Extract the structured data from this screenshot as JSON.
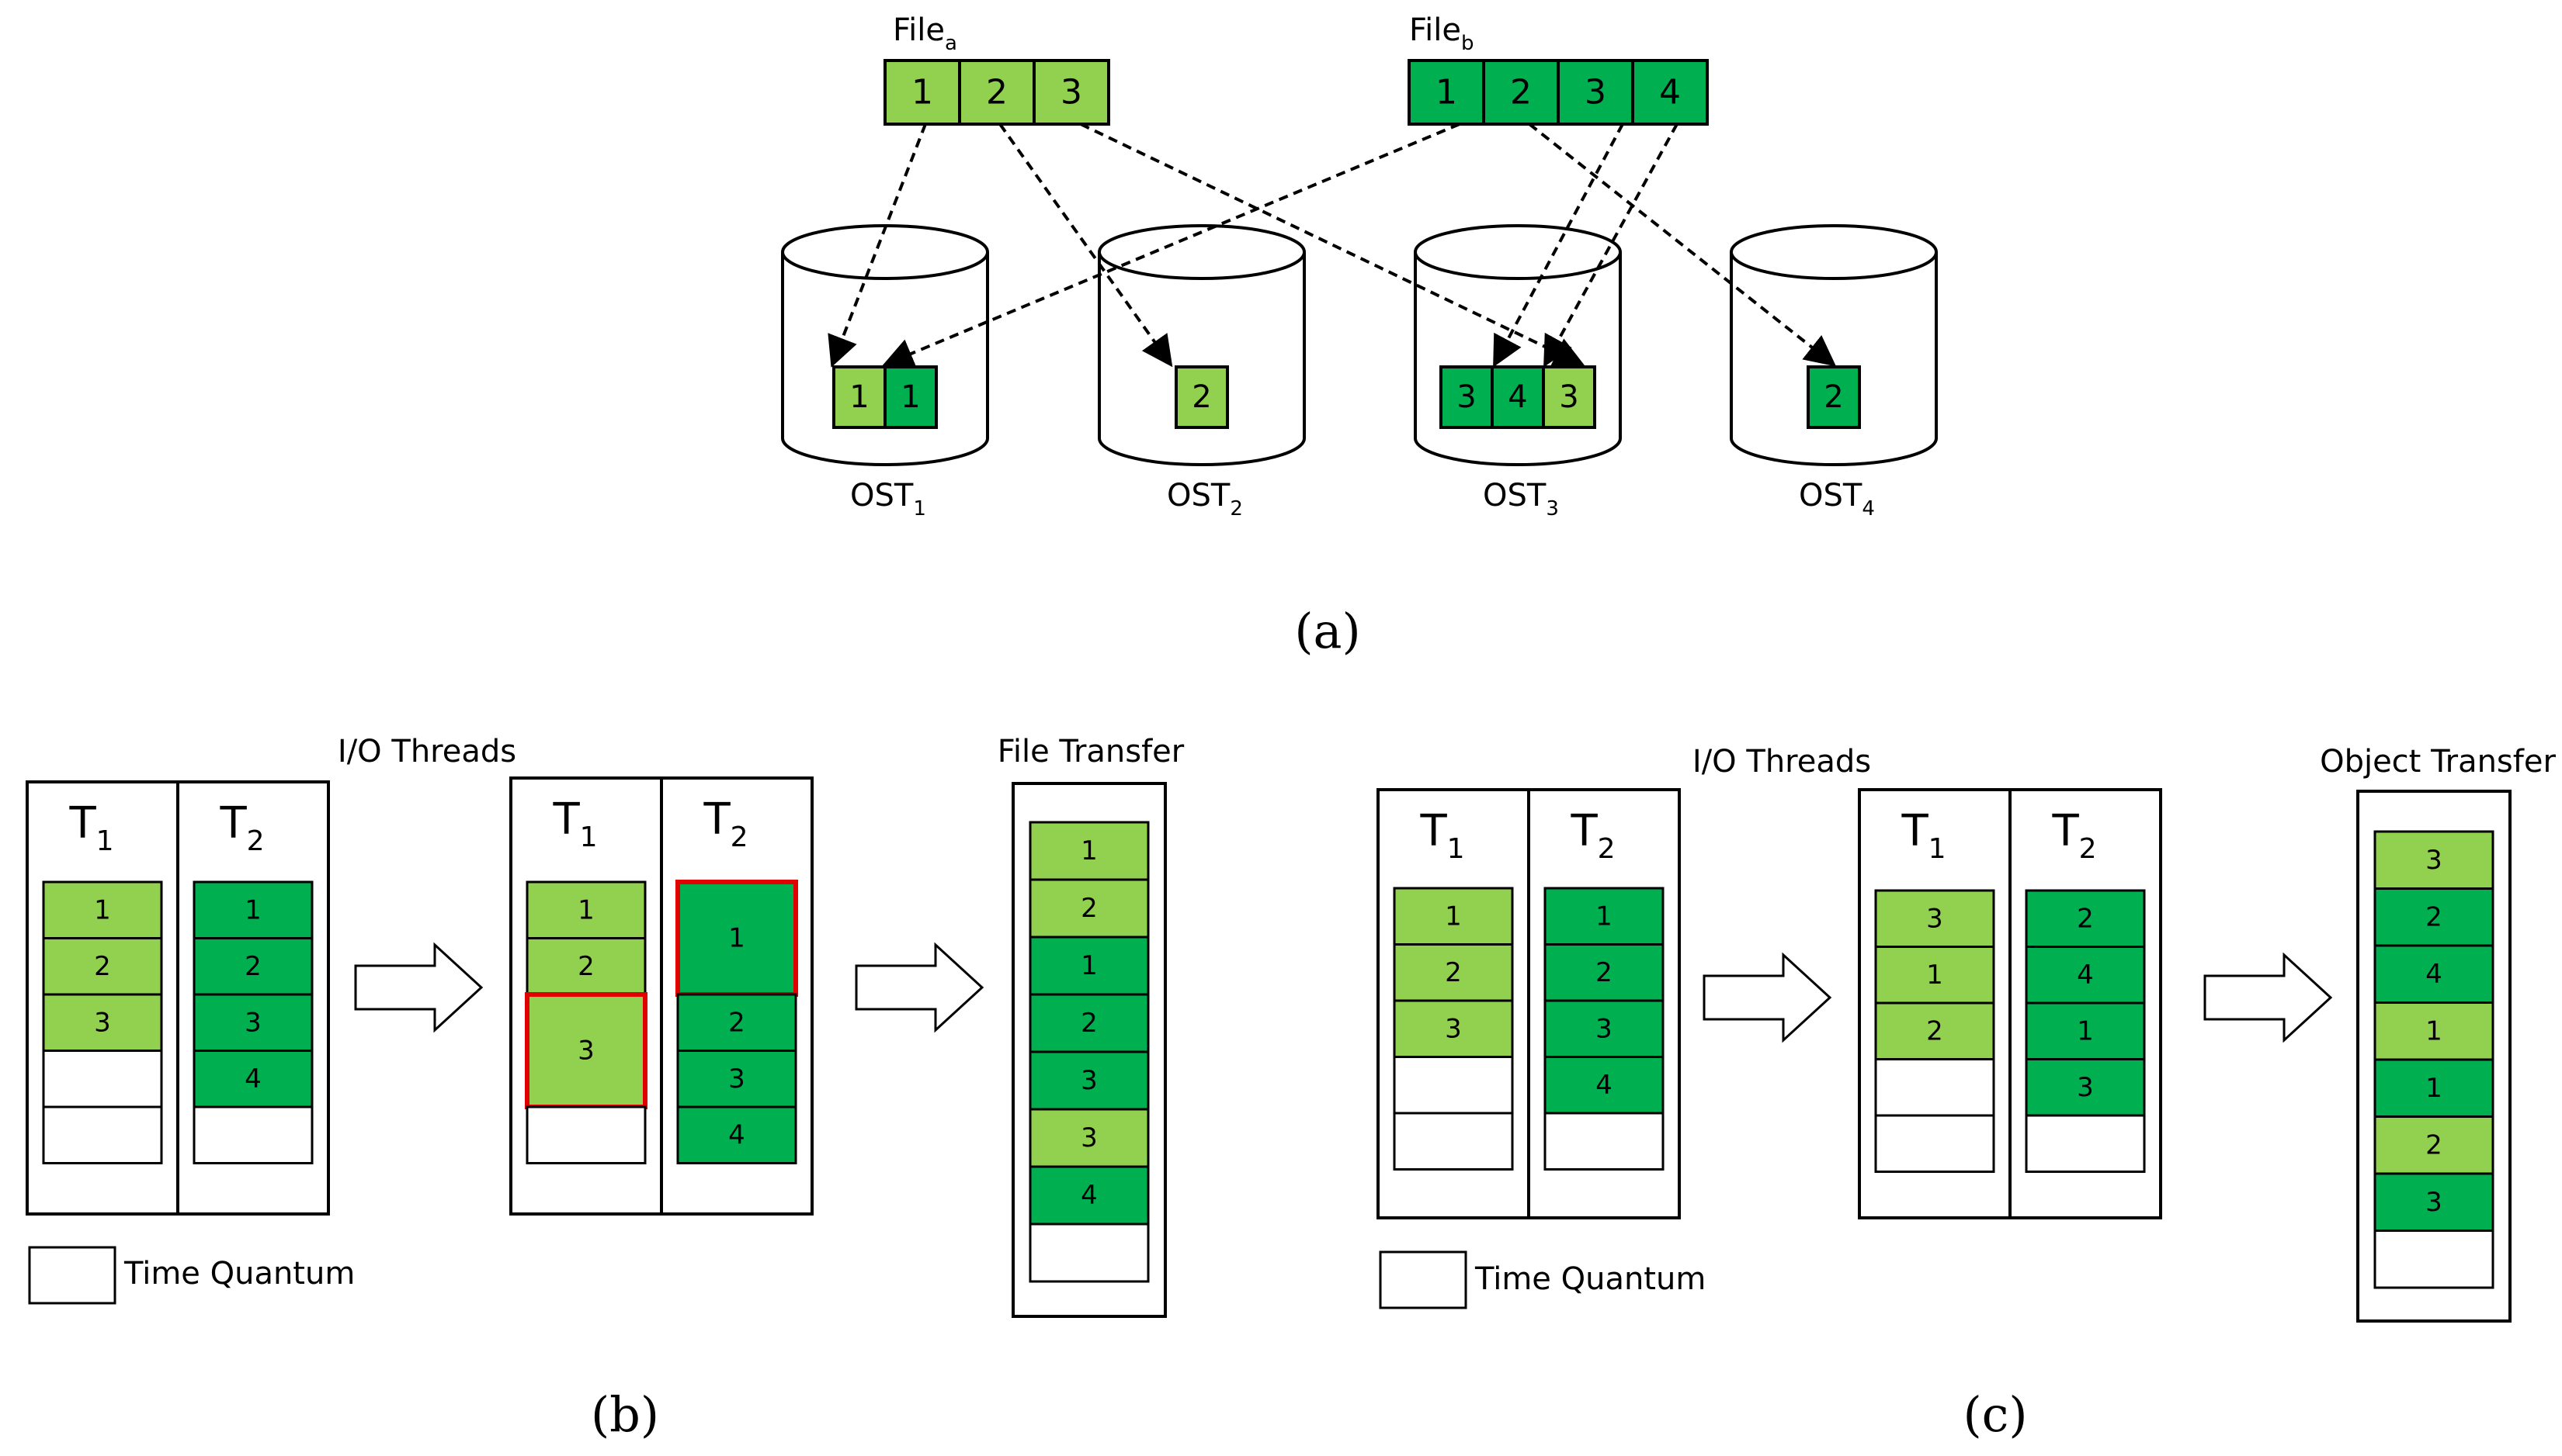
{
  "colors": {
    "light": "#92d050",
    "dark": "#00b050",
    "highlight": "#e00000",
    "empty": "#ffffff"
  },
  "panel_a": {
    "caption": "(a)",
    "files": [
      {
        "name": "File",
        "sub": "a",
        "blocks": [
          "1",
          "2",
          "3"
        ],
        "shade": "light"
      },
      {
        "name": "File",
        "sub": "b",
        "blocks": [
          "1",
          "2",
          "3",
          "4"
        ],
        "shade": "dark"
      }
    ],
    "osts": [
      {
        "name": "OST",
        "sub": "1",
        "blocks": [
          {
            "v": "1",
            "shade": "light"
          },
          {
            "v": "1",
            "shade": "dark"
          }
        ]
      },
      {
        "name": "OST",
        "sub": "2",
        "blocks": [
          {
            "v": "2",
            "shade": "light"
          }
        ]
      },
      {
        "name": "OST",
        "sub": "3",
        "blocks": [
          {
            "v": "3",
            "shade": "dark"
          },
          {
            "v": "4",
            "shade": "dark"
          },
          {
            "v": "3",
            "shade": "light"
          }
        ]
      },
      {
        "name": "OST",
        "sub": "4",
        "blocks": [
          {
            "v": "2",
            "shade": "dark"
          }
        ]
      }
    ]
  },
  "panel_b": {
    "caption": "(b)",
    "threads_title": "I/O Threads",
    "transfer_title": "File Transfer",
    "legend": "Time Quantum",
    "thread_prefix": "T",
    "before": {
      "T1": [
        {
          "v": "1",
          "shade": "light"
        },
        {
          "v": "2",
          "shade": "light"
        },
        {
          "v": "3",
          "shade": "light"
        },
        {
          "v": "",
          "shade": "empty"
        },
        {
          "v": "",
          "shade": "empty"
        }
      ],
      "T2": [
        {
          "v": "1",
          "shade": "dark"
        },
        {
          "v": "2",
          "shade": "dark"
        },
        {
          "v": "3",
          "shade": "dark"
        },
        {
          "v": "4",
          "shade": "dark"
        },
        {
          "v": "",
          "shade": "empty"
        }
      ]
    },
    "after": {
      "T1": [
        {
          "v": "1",
          "shade": "light"
        },
        {
          "v": "2",
          "shade": "light"
        },
        {
          "v": "3",
          "shade": "light",
          "span": 2,
          "highlight": true
        },
        {
          "v": "",
          "shade": "empty"
        }
      ],
      "T2": [
        {
          "v": "1",
          "shade": "dark",
          "span": 2,
          "highlight": true
        },
        {
          "v": "2",
          "shade": "dark"
        },
        {
          "v": "3",
          "shade": "dark"
        },
        {
          "v": "4",
          "shade": "dark"
        }
      ]
    },
    "transfer": [
      {
        "v": "1",
        "shade": "light"
      },
      {
        "v": "2",
        "shade": "light"
      },
      {
        "v": "1",
        "shade": "dark"
      },
      {
        "v": "2",
        "shade": "dark"
      },
      {
        "v": "3",
        "shade": "dark"
      },
      {
        "v": "3",
        "shade": "light"
      },
      {
        "v": "4",
        "shade": "dark"
      },
      {
        "v": "",
        "shade": "empty"
      }
    ]
  },
  "panel_c": {
    "caption": "(c)",
    "threads_title": "I/O Threads",
    "transfer_title": "Object Transfer",
    "legend": "Time Quantum",
    "thread_prefix": "T",
    "before": {
      "T1": [
        {
          "v": "1",
          "shade": "light"
        },
        {
          "v": "2",
          "shade": "light"
        },
        {
          "v": "3",
          "shade": "light"
        },
        {
          "v": "",
          "shade": "empty"
        },
        {
          "v": "",
          "shade": "empty"
        }
      ],
      "T2": [
        {
          "v": "1",
          "shade": "dark"
        },
        {
          "v": "2",
          "shade": "dark"
        },
        {
          "v": "3",
          "shade": "dark"
        },
        {
          "v": "4",
          "shade": "dark"
        },
        {
          "v": "",
          "shade": "empty"
        }
      ]
    },
    "after": {
      "T1": [
        {
          "v": "3",
          "shade": "light"
        },
        {
          "v": "1",
          "shade": "light"
        },
        {
          "v": "2",
          "shade": "light"
        },
        {
          "v": "",
          "shade": "empty"
        },
        {
          "v": "",
          "shade": "empty"
        }
      ],
      "T2": [
        {
          "v": "2",
          "shade": "dark"
        },
        {
          "v": "4",
          "shade": "dark"
        },
        {
          "v": "1",
          "shade": "dark"
        },
        {
          "v": "3",
          "shade": "dark"
        },
        {
          "v": "",
          "shade": "empty"
        }
      ]
    },
    "transfer": [
      {
        "v": "3",
        "shade": "light"
      },
      {
        "v": "2",
        "shade": "dark"
      },
      {
        "v": "4",
        "shade": "dark"
      },
      {
        "v": "1",
        "shade": "light"
      },
      {
        "v": "1",
        "shade": "dark"
      },
      {
        "v": "2",
        "shade": "light"
      },
      {
        "v": "3",
        "shade": "dark"
      },
      {
        "v": "",
        "shade": "empty"
      }
    ]
  }
}
